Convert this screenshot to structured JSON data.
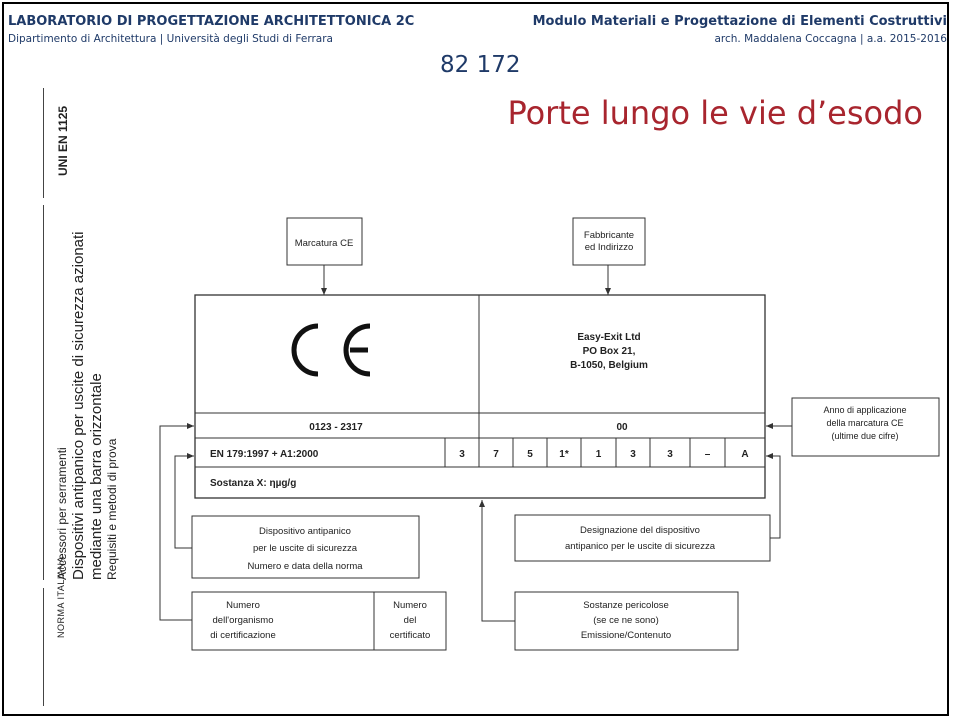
{
  "header": {
    "left_title": "LABORATORIO DI PROGETTAZIONE ARCHITETTONICA 2C",
    "left_subtitle": "Dipartimento di Architettura | Università degli Studi di Ferrara",
    "right_title": "Modulo Materiali e Progettazione di Elementi Costruttivi",
    "right_subtitle": "arch. Maddalena Coccagna | a.a. 2015-2016"
  },
  "page_numbers": "82   172",
  "slide_title": "Porte lungo le vie d’esodo",
  "side_panel": {
    "standard_code": "UNI EN 1125",
    "line1": "Accessori per serramenti",
    "line2": "Dispositivi antipanico per uscite di sicurezza azionati",
    "line3": "mediante una barra orizzontale",
    "line4": "Requisiti e metodi di prova",
    "footer": "NORMA ITALIANA"
  },
  "diagram": {
    "box_ce_marking": "Marcatura CE",
    "box_manufacturer_l1": "Fabbricante",
    "box_manufacturer_l2": "ed Indirizzo",
    "ce_symbol": "CE",
    "company_l1": "Easy-Exit Ltd",
    "company_l2": "PO Box 21,",
    "company_l3": "B-1050, Belgium",
    "row_cert": "0123  -  2317",
    "row_year": "00",
    "row_norm": "EN 179:1997 + A1:2000",
    "class_digits": [
      "3",
      "7",
      "5",
      "1*",
      "1",
      "3",
      "3",
      "–",
      "A"
    ],
    "row_substance": "Sostanza X: ηµg/g",
    "box_year_l1": "Anno di applicazione",
    "box_year_l2": "della marcatura CE",
    "box_year_l3": "(ultime due cifre)",
    "box_device_l1": "Dispositivo antipanico",
    "box_device_l2": "per le uscite di sicurezza",
    "box_device_l3": "Numero e data della norma",
    "box_designation_l1": "Designazione del dispositivo",
    "box_designation_l2": "antipanico per le uscite di sicurezza",
    "box_org_l1": "Numero",
    "box_org_l2": "dell'organismo",
    "box_org_l3": "di certificazione",
    "box_certnum_l1": "Numero",
    "box_certnum_l2": "del",
    "box_certnum_l3": "certificato",
    "box_hazard_l1": "Sostanze pericolose",
    "box_hazard_l2": "(se ce ne sono)",
    "box_hazard_l3": "Emissione/Contenuto"
  }
}
